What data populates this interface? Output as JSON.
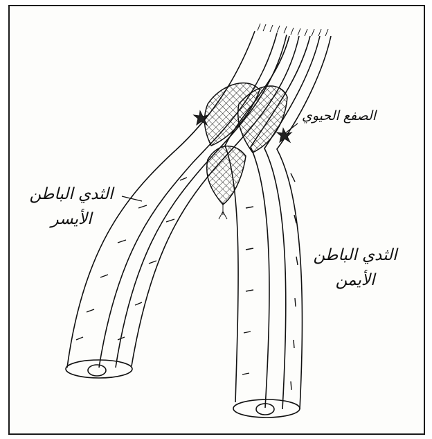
{
  "diagram": {
    "labels": {
      "left_vessel_line1": "الثدي الباطن",
      "left_vessel_line2": "الأيسر",
      "right_vessel_line1": "الثدي الباطن",
      "right_vessel_line2": "الأيمن",
      "anastomosis": "الصفع الحيوي"
    }
  }
}
